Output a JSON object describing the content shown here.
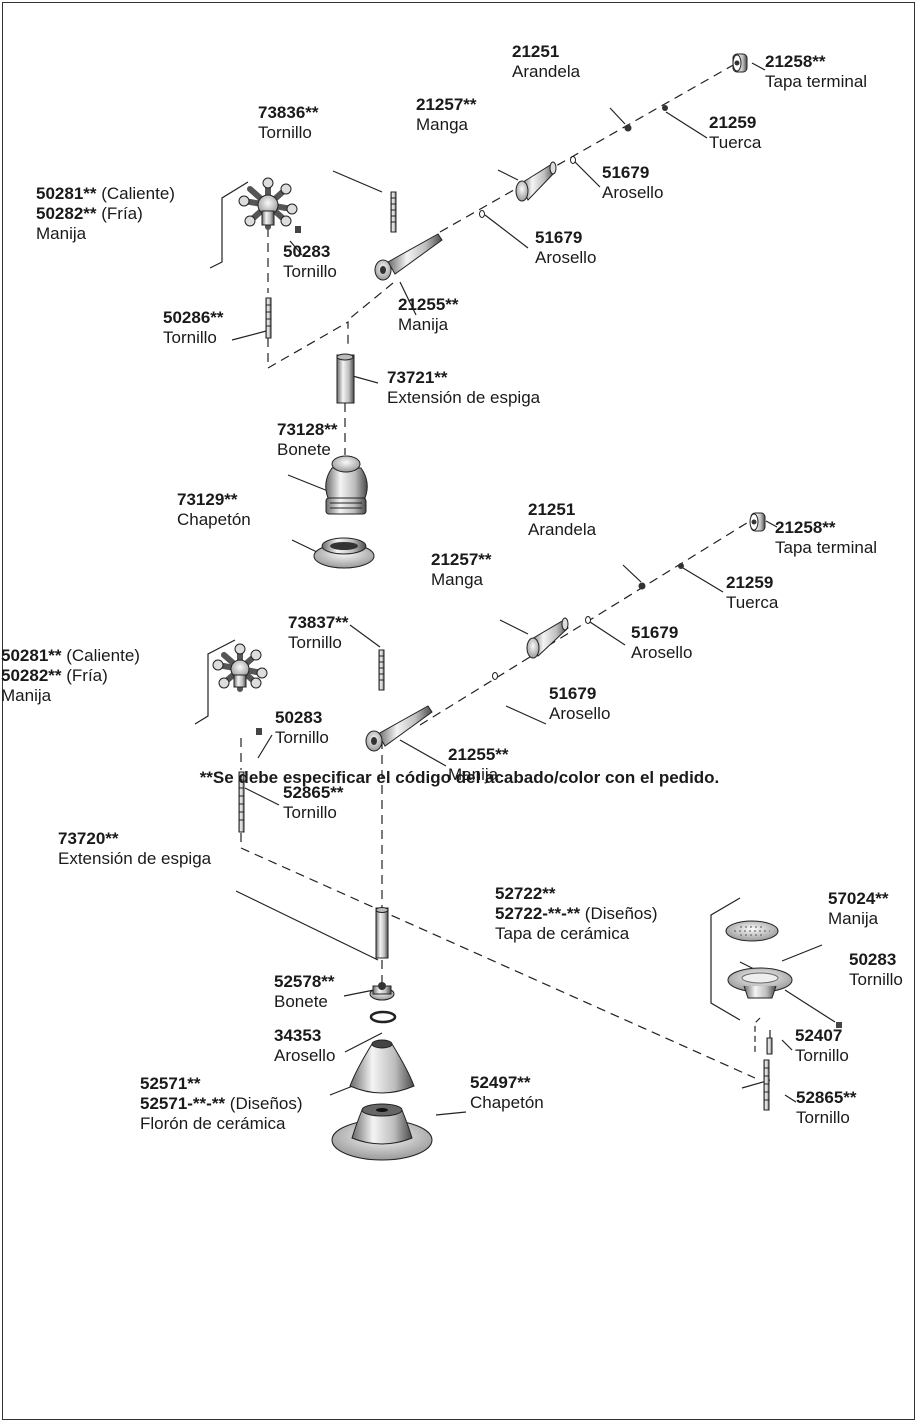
{
  "callouts": [
    {
      "id": "u-21258",
      "lines": [
        {
          "num": "21258**",
          "txt": ""
        },
        {
          "num": "",
          "txt": "Tapa terminal"
        }
      ]
    },
    {
      "id": "u-21251",
      "lines": [
        {
          "num": "21251",
          "txt": ""
        },
        {
          "num": "",
          "txt": "Arandela"
        }
      ]
    },
    {
      "id": "u-21257",
      "lines": [
        {
          "num": "21257**",
          "txt": ""
        },
        {
          "num": "",
          "txt": "Manga"
        }
      ]
    },
    {
      "id": "u-21259",
      "lines": [
        {
          "num": "21259",
          "txt": ""
        },
        {
          "num": "",
          "txt": "Tuerca"
        }
      ]
    },
    {
      "id": "u-73836",
      "lines": [
        {
          "num": "73836**",
          "txt": ""
        },
        {
          "num": "",
          "txt": "Tornillo"
        }
      ]
    },
    {
      "id": "u-51679a",
      "lines": [
        {
          "num": "51679",
          "txt": ""
        },
        {
          "num": "",
          "txt": "Arosello"
        }
      ]
    },
    {
      "id": "u-50281",
      "lines": [
        {
          "num": "50281**",
          "txt": " (Caliente)"
        },
        {
          "num": "50282**",
          "txt": " (Fría)"
        },
        {
          "num": "",
          "txt": "Manija"
        }
      ]
    },
    {
      "id": "u-50283",
      "lines": [
        {
          "num": "50283",
          "txt": ""
        },
        {
          "num": "",
          "txt": "Tornillo"
        }
      ]
    },
    {
      "id": "u-51679b",
      "lines": [
        {
          "num": "51679",
          "txt": ""
        },
        {
          "num": "",
          "txt": "Arosello"
        }
      ]
    },
    {
      "id": "u-50286",
      "lines": [
        {
          "num": "50286**",
          "txt": ""
        },
        {
          "num": "",
          "txt": "Tornillo"
        }
      ]
    },
    {
      "id": "u-21255",
      "lines": [
        {
          "num": "21255**",
          "txt": ""
        },
        {
          "num": "",
          "txt": "Manija"
        }
      ]
    },
    {
      "id": "u-73721",
      "lines": [
        {
          "num": "73721**",
          "txt": ""
        },
        {
          "num": "",
          "txt": "Extensión de espiga"
        }
      ]
    },
    {
      "id": "u-73128",
      "lines": [
        {
          "num": "73128**",
          "txt": ""
        },
        {
          "num": "",
          "txt": "Bonete"
        }
      ]
    },
    {
      "id": "u-73129",
      "lines": [
        {
          "num": "73129**",
          "txt": ""
        },
        {
          "num": "",
          "txt": "Chapetón"
        }
      ]
    },
    {
      "id": "l-21251",
      "lines": [
        {
          "num": "21251",
          "txt": ""
        },
        {
          "num": "",
          "txt": "Arandela"
        }
      ]
    },
    {
      "id": "l-21258",
      "lines": [
        {
          "num": "21258**",
          "txt": ""
        },
        {
          "num": "",
          "txt": "Tapa terminal"
        }
      ]
    },
    {
      "id": "l-21257",
      "lines": [
        {
          "num": "21257**",
          "txt": ""
        },
        {
          "num": "",
          "txt": "Manga"
        }
      ]
    },
    {
      "id": "l-21259",
      "lines": [
        {
          "num": "21259",
          "txt": ""
        },
        {
          "num": "",
          "txt": "Tuerca"
        }
      ]
    },
    {
      "id": "l-73837",
      "lines": [
        {
          "num": "73837**",
          "txt": ""
        },
        {
          "num": "",
          "txt": "Tornillo"
        }
      ]
    },
    {
      "id": "l-50281",
      "lines": [
        {
          "num": "50281**",
          "txt": " (Caliente)"
        },
        {
          "num": "50282**",
          "txt": " (Fría)"
        },
        {
          "num": "",
          "txt": "Manija"
        }
      ]
    },
    {
      "id": "l-51679a",
      "lines": [
        {
          "num": "51679",
          "txt": ""
        },
        {
          "num": "",
          "txt": "Arosello"
        }
      ]
    },
    {
      "id": "l-51679b",
      "lines": [
        {
          "num": "51679",
          "txt": ""
        },
        {
          "num": "",
          "txt": "Arosello"
        }
      ]
    },
    {
      "id": "l-50283",
      "lines": [
        {
          "num": "50283",
          "txt": ""
        },
        {
          "num": "",
          "txt": "Tornillo"
        }
      ]
    },
    {
      "id": "l-21255",
      "lines": [
        {
          "num": "21255**",
          "txt": ""
        },
        {
          "num": "",
          "txt": "Manija"
        }
      ]
    },
    {
      "id": "l-52865",
      "lines": [
        {
          "num": "52865**",
          "txt": ""
        },
        {
          "num": "",
          "txt": "Tornillo"
        }
      ]
    },
    {
      "id": "l-73720",
      "lines": [
        {
          "num": "73720**",
          "txt": ""
        },
        {
          "num": "",
          "txt": "Extensión de espiga"
        }
      ]
    },
    {
      "id": "r-52722",
      "lines": [
        {
          "num": "52722**",
          "txt": ""
        },
        {
          "num": "52722-**-**",
          "txt": " (Diseños)"
        },
        {
          "num": "",
          "txt": "Tapa de cerámica"
        }
      ]
    },
    {
      "id": "r-57024",
      "lines": [
        {
          "num": "57024**",
          "txt": ""
        },
        {
          "num": "",
          "txt": "Manija"
        }
      ]
    },
    {
      "id": "r-50283",
      "lines": [
        {
          "num": "50283",
          "txt": ""
        },
        {
          "num": "",
          "txt": "Tornillo"
        }
      ]
    },
    {
      "id": "l-52578",
      "lines": [
        {
          "num": "52578**",
          "txt": ""
        },
        {
          "num": "",
          "txt": "Bonete"
        }
      ]
    },
    {
      "id": "l-34353",
      "lines": [
        {
          "num": "34353",
          "txt": ""
        },
        {
          "num": "",
          "txt": "Arosello"
        }
      ]
    },
    {
      "id": "r-52407",
      "lines": [
        {
          "num": "52407",
          "txt": ""
        },
        {
          "num": "",
          "txt": "Tornillo"
        }
      ]
    },
    {
      "id": "l-52571",
      "lines": [
        {
          "num": "52571**",
          "txt": ""
        },
        {
          "num": "52571-**-**",
          "txt": " (Diseños)"
        },
        {
          "num": "",
          "txt": "Florón de cerámica"
        }
      ]
    },
    {
      "id": "l-52497",
      "lines": [
        {
          "num": "52497**",
          "txt": ""
        },
        {
          "num": "",
          "txt": "Chapetón"
        }
      ]
    },
    {
      "id": "r-52865",
      "lines": [
        {
          "num": "52865**",
          "txt": ""
        },
        {
          "num": "",
          "txt": "Tornillo"
        }
      ]
    }
  ],
  "footnote": "**Se debe especificar el código del acabado/color con el pedido."
}
